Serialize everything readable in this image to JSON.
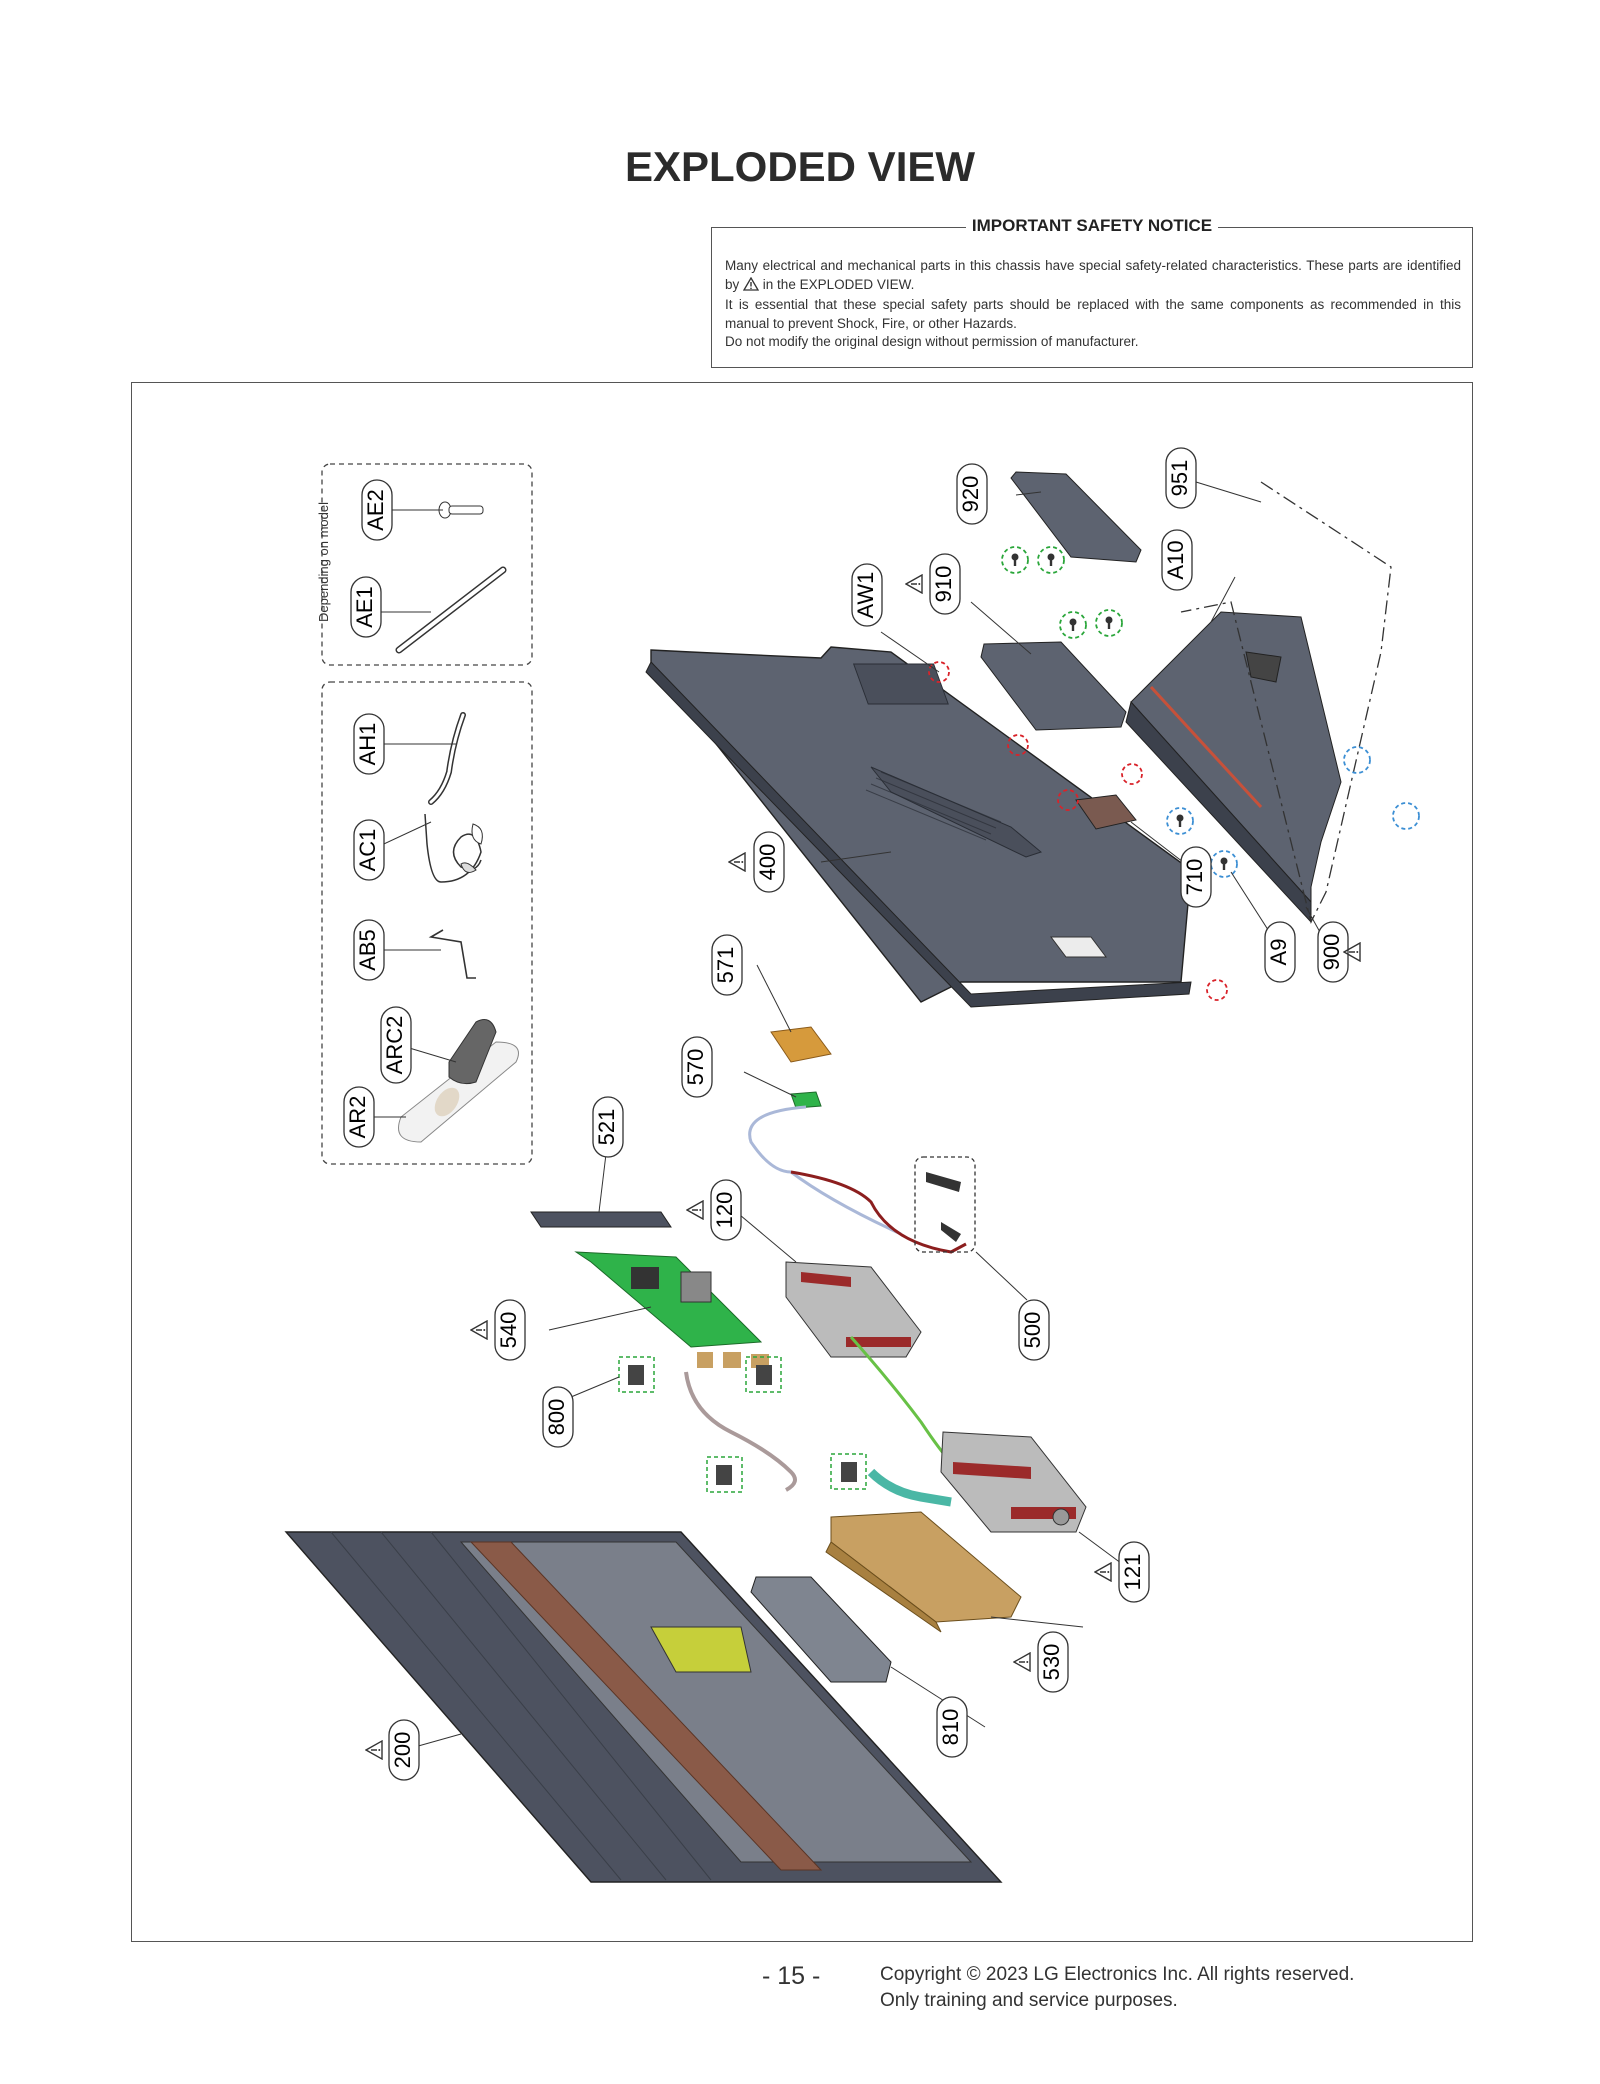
{
  "page": {
    "title": "EXPLODED VIEW",
    "page_number": "- 15 -",
    "copyright_line1": "Copyright © 2023 LG Electronics Inc. All rights reserved.",
    "copyright_line2": "Only training and service purposes."
  },
  "notice": {
    "heading": "IMPORTANT SAFETY NOTICE",
    "line1a": "Many electrical and mechanical parts in this chassis have special safety-related characteristics. These parts are identified by",
    "line1b": "in the EXPLODED VIEW.",
    "line2": "It is essential that these special safety parts should be replaced with the same components as recommended in this manual to prevent Shock, Fire, or other Hazards.",
    "line3": "Do not modify the original design without permission of manufacturer."
  },
  "accessories": {
    "group_label": "Depending on model",
    "labels": [
      "AE2",
      "AE1",
      "AH1",
      "AC1",
      "AB5",
      "ARC2",
      "AR2"
    ]
  },
  "parts": {
    "labels": [
      "951",
      "920",
      "A10",
      "910",
      "AW1",
      "400",
      "710",
      "A9",
      "900",
      "571",
      "570",
      "521",
      "120",
      "500",
      "540",
      "800",
      "121",
      "530",
      "810",
      "200"
    ],
    "safety_marked": [
      "910",
      "400",
      "900",
      "120",
      "540",
      "121",
      "530",
      "200"
    ]
  },
  "colors": {
    "panel_gray": "#4d5260",
    "board_green": "#2fb34a",
    "red_marker": "#d9232a",
    "green_marker": "#2aa63a",
    "blue_marker": "#3c8fd4",
    "gold": "#c8a062"
  }
}
